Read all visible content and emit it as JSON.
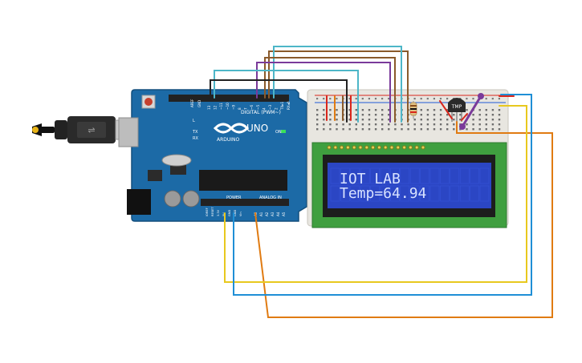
{
  "lcd": {
    "line1": "IOT LAB",
    "line2": "Temp=64.94",
    "text_color": "#d8e2ff",
    "bg_color": "#2b46c4"
  },
  "arduino": {
    "brand": "ARDUINO",
    "model": "UNO",
    "digital_label": "DIGITAL (PWM~)",
    "power_label": "POWER",
    "analog_label": "ANALOG IN",
    "on_label": "ON",
    "tx_label": "TX",
    "rx_label": "RX",
    "l_label": "L",
    "aref_label": "AREF",
    "gnd_label": "GND",
    "digital_pins": [
      "13",
      "12",
      "~11",
      "~10",
      "~9",
      "8",
      "7",
      "~6",
      "~5",
      "4",
      "~3",
      "2",
      "TX▸1",
      "RX◂0"
    ],
    "power_pins": [
      "IOREF",
      "RESET",
      "3.3V",
      "5V",
      "GND",
      "GND",
      "Vin"
    ],
    "analog_pins": [
      "A0",
      "A1",
      "A2",
      "A3",
      "A4",
      "A5"
    ]
  },
  "sensor": {
    "label": "TMP"
  },
  "colors": {
    "board": "#1c6aa6",
    "breadboard": "#e8e6e0",
    "lcd_pcb": "#3f9f3f",
    "wire_brown": "#8a5a2b",
    "wire_cyan": "#4db6c8",
    "wire_purple": "#7a3a9a",
    "wire_black": "#222222",
    "wire_orange": "#e07b12",
    "wire_yellow": "#e8c81e",
    "wire_blue": "#1f8fd6",
    "wire_red": "#d9261c"
  }
}
